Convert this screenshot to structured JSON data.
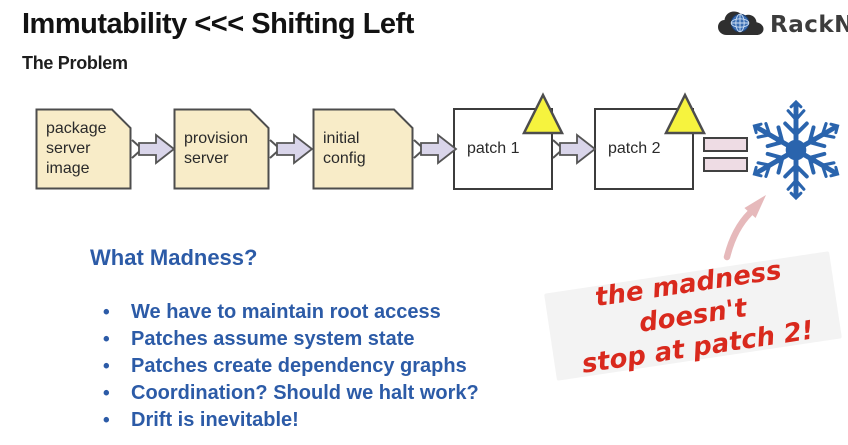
{
  "header": {
    "title": "Immutability <<< Shifting Left",
    "subtitle": "The Problem"
  },
  "logo": {
    "text": "RackN",
    "icon": "cloud-globe-icon"
  },
  "flowchart": {
    "nodes": [
      {
        "label": "package\nserver\nimage",
        "shape": "note"
      },
      {
        "label": "provision\nserver",
        "shape": "note"
      },
      {
        "label": "initial\nconfig",
        "shape": "note"
      },
      {
        "label": "patch 1",
        "shape": "rect-with-warning-triangle"
      },
      {
        "label": "patch 2",
        "shape": "rect-with-warning-triangle"
      }
    ],
    "connector_icon": "flow-arrow-icon",
    "equals_icon": "equals-icon",
    "result_icon": "snowflake-icon"
  },
  "madness": {
    "heading": "What Madness?",
    "bullet_char": "•",
    "bullets": [
      "We have to maintain root access",
      "Patches assume system state",
      "Patches create dependency graphs",
      "Coordination?  Should we halt work?",
      "Drift is inevitable!"
    ]
  },
  "annotation": {
    "text": "the madness doesn't\nstop at patch 2!",
    "arrow_icon": "pink-arrow-icon"
  },
  "colors": {
    "note_box_fill": "#f8ecc8",
    "box_border": "#4d4d4d",
    "flow_arrow_fill": "#d9d5ea",
    "warning_triangle_fill": "#f6f33e",
    "equals_fill": "#eedce4",
    "blue_text": "#2c5ba7",
    "red_text": "#d9291d",
    "snowflake_blue": "#2a64ad",
    "pink_arrow": "#e6b9bb"
  }
}
